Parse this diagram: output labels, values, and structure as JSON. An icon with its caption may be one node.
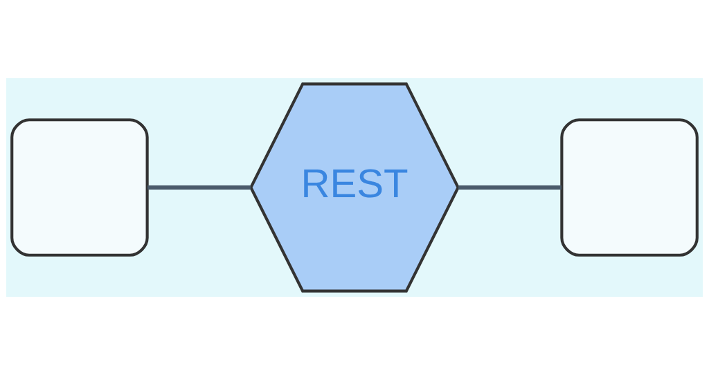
{
  "diagram": {
    "nodes": [
      {
        "text": [],
        "shape": "box"
      },
      {
        "text": [
          "REST"
        ]
      },
      {
        "text": [],
        "shape": "box"
      }
    ],
    "edges": [
      {
        "from": 0,
        "to": 1,
        "arrow": "none"
      },
      {
        "from": 1,
        "to": 2,
        "arrow": "none"
      }
    ]
  }
}
